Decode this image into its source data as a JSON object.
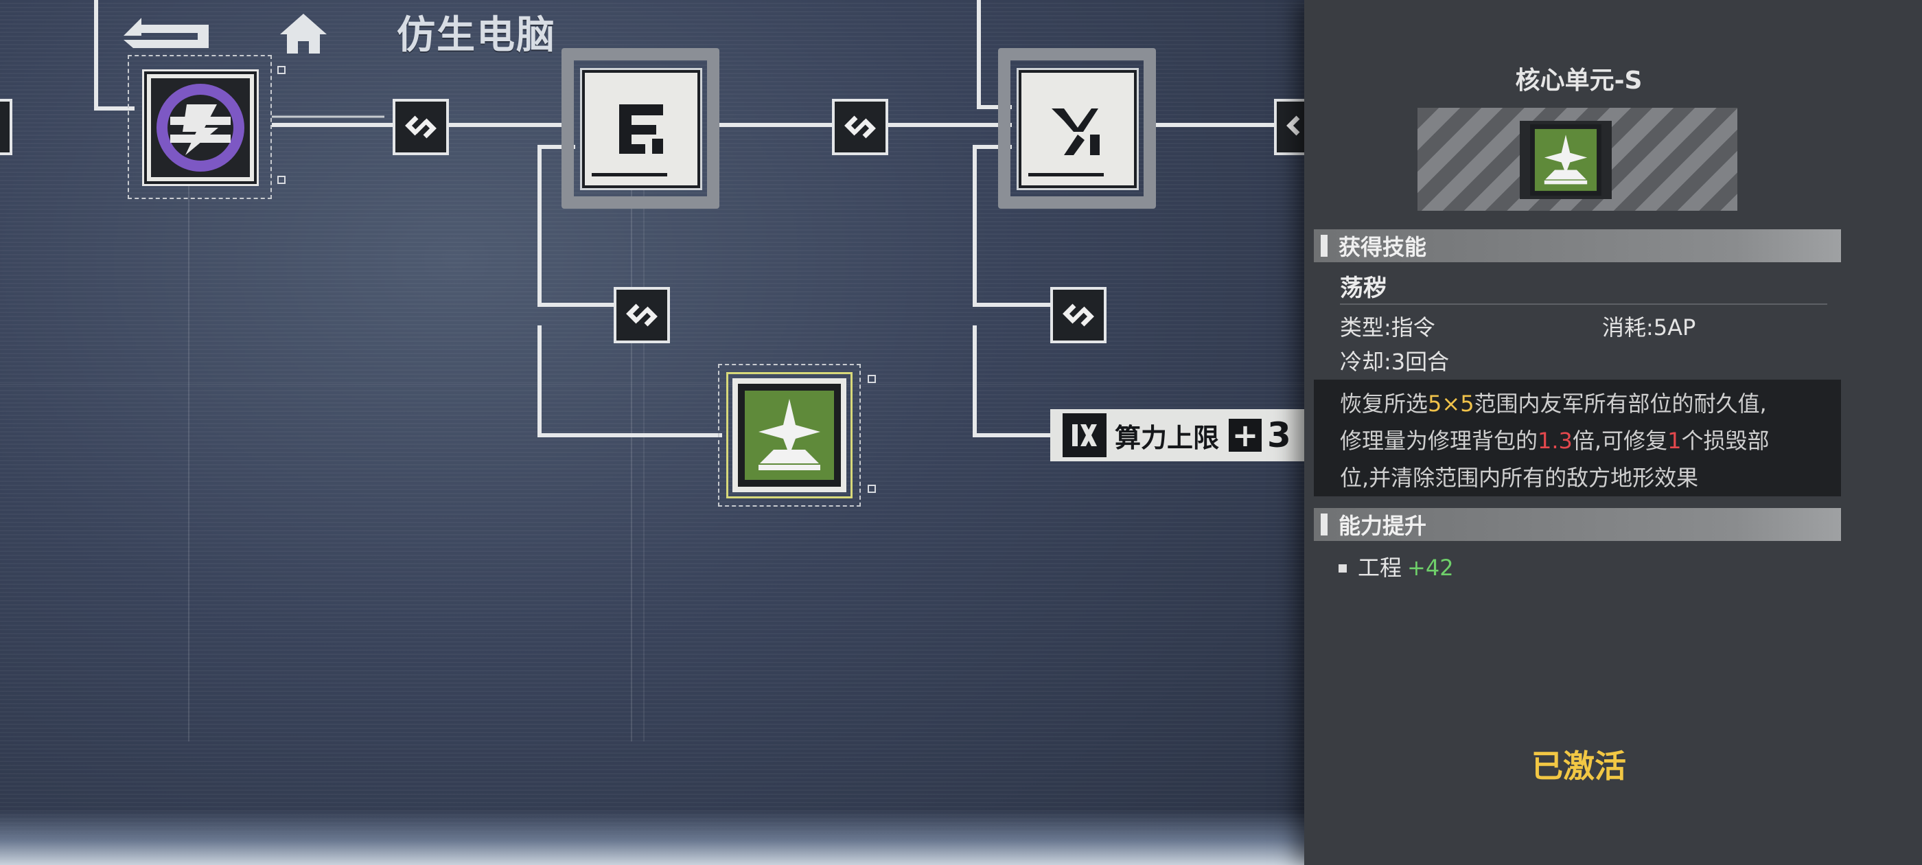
{
  "header": {
    "title": "仿生电脑",
    "back_icon": "back-arrow-icon",
    "home_icon": "home-icon"
  },
  "tree": {
    "nodes": [
      {
        "id": "node-purple",
        "icon": "purple-circle-emblem-icon"
      },
      {
        "id": "node-e",
        "icon": "letter-e-glyph-icon"
      },
      {
        "id": "node-x",
        "icon": "letter-x-glyph-icon"
      },
      {
        "id": "node-core-s",
        "icon": "sparkle-emblem-icon",
        "selected": true
      }
    ],
    "link_icon": "chain-link-icon",
    "stat_chip": {
      "label": "算力上限",
      "tail": "3",
      "icon": "dx-glyph-icon"
    }
  },
  "panel": {
    "title": "核心单元-S",
    "section_skill": "获得技能",
    "skill_name": "荡秽",
    "type_label": "类型:指令",
    "cost_label": "消耗:5AP",
    "cooldown_label": "冷却:3回合",
    "desc": {
      "l1_a": "恢复所选",
      "l1_hl": "5×5",
      "l1_b": "范围内友军所有部位的耐久值,",
      "l2_a": "修理量为修理背包的",
      "l2_hl1": "1.3",
      "l2_b": "倍,可修复",
      "l2_hl2": "1",
      "l2_c": "个损毁部",
      "l3": "位,并清除范围内所有的敌方地形效果"
    },
    "section_ability": "能力提升",
    "attr_name": "工程",
    "attr_value": "+42",
    "status": "已激活"
  },
  "colors": {
    "accent_yellow": "#f2c744",
    "highlight_yellow": "#f0c24a",
    "highlight_red": "#e5484d",
    "attr_green": "#6fd06a",
    "node_green": "#5f8a3a"
  }
}
